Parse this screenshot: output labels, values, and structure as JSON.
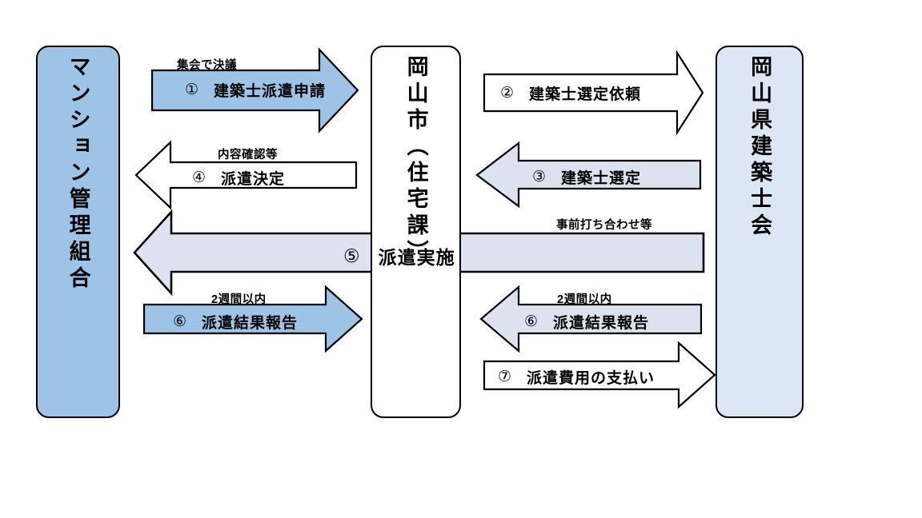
{
  "diagram": {
    "title_alt": "マンション管理組合 建築士派遣制度フロー図",
    "colors": {
      "box_left_fill": "#9DC3E6",
      "box_mid_fill": "#FFFFFF",
      "box_right_fill": "#DCE6F5",
      "arrow_blue_fill": "#9DC3E6",
      "arrow_pale_fill": "#DCE2F0",
      "arrow_white_fill": "#FFFFFF",
      "outline": "#000000"
    },
    "entities": [
      {
        "id": "kanri-kumiai",
        "label": "マンション管理組合",
        "fill": "#9DC3E6"
      },
      {
        "id": "okayama-shi",
        "label": "岡山市（住宅課）",
        "fill": "#FFFFFF"
      },
      {
        "id": "kenchikushi-kai",
        "label": "岡山県建築士会",
        "fill": "#DCE6F5"
      }
    ],
    "arrows": [
      {
        "id": "step-1",
        "number": "①",
        "text": "建築士派遣申請",
        "caption": "集会で決議",
        "direction": "right",
        "from": "マンション管理組合",
        "to": "岡山市（住宅課）",
        "fill": "#9DC3E6"
      },
      {
        "id": "step-2",
        "number": "②",
        "text": "建築士選定依頼",
        "caption": "",
        "direction": "right",
        "from": "岡山市（住宅課）",
        "to": "岡山県建築士会",
        "fill": "#FFFFFF"
      },
      {
        "id": "step-4",
        "number": "④",
        "text": "派遣決定",
        "caption": "内容確認等",
        "direction": "left",
        "from": "岡山市（住宅課）",
        "to": "マンション管理組合",
        "fill": "#FFFFFF"
      },
      {
        "id": "step-3",
        "number": "③",
        "text": "建築士選定",
        "caption": "",
        "direction": "left",
        "from": "岡山県建築士会",
        "to": "岡山市（住宅課）",
        "fill": "#DCE2F0"
      },
      {
        "id": "step-5",
        "number": "⑤",
        "text": "派遣実施",
        "caption": "事前打ち合わせ等",
        "direction": "left",
        "from": "岡山県建築士会",
        "to": "マンション管理組合",
        "fill": "#DCE2F0"
      },
      {
        "id": "step-6-left",
        "number": "⑥",
        "text": "派遣結果報告",
        "caption": "2週間以内",
        "direction": "right",
        "from": "マンション管理組合",
        "to": "岡山市（住宅課）",
        "fill": "#9DC3E6"
      },
      {
        "id": "step-6-right",
        "number": "⑥",
        "text": "派遣結果報告",
        "caption": "2週間以内",
        "direction": "left",
        "from": "岡山県建築士会",
        "to": "岡山市（住宅課）",
        "fill": "#DCE2F0"
      },
      {
        "id": "step-7",
        "number": "⑦",
        "text": "派遣費用の支払い",
        "caption": "",
        "direction": "right",
        "from": "岡山市（住宅課）",
        "to": "岡山県建築士会",
        "fill": "#FFFFFF"
      }
    ]
  }
}
